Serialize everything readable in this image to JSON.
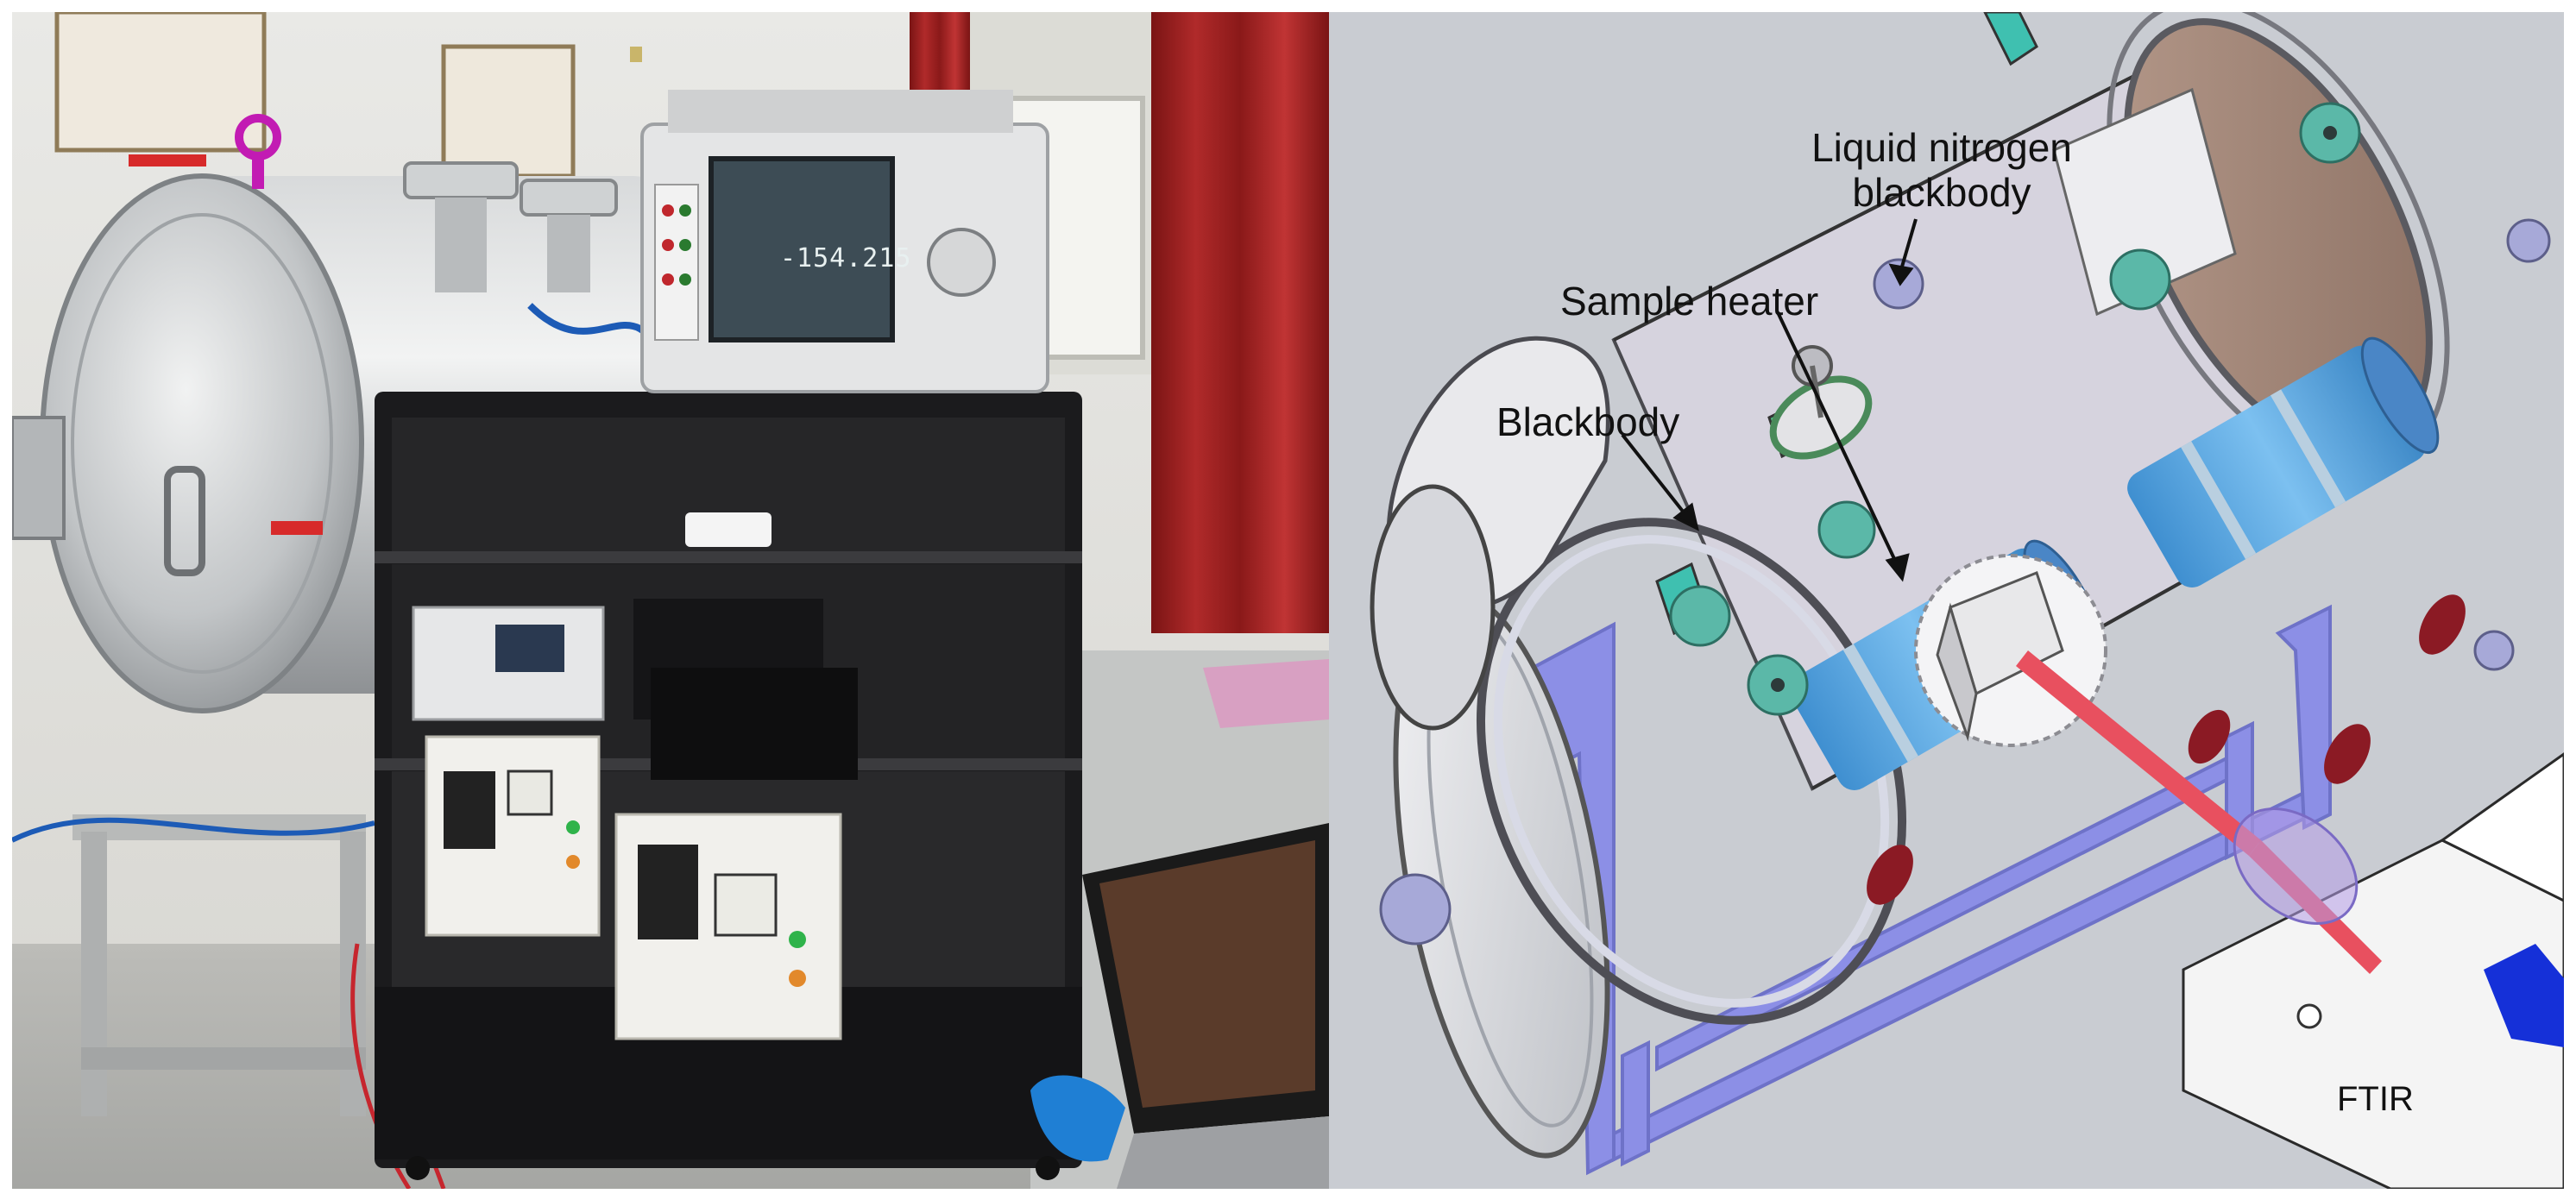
{
  "photo": {
    "meter_reading": "-154.215"
  },
  "schematic": {
    "labels": {
      "liquid_nitrogen_blackbody": "Liquid nitrogen blackbody",
      "sample_heater": "Sample heater",
      "blackbody": "Blackbody",
      "ftir": "FTIR"
    },
    "colors": {
      "background": "#c9ccd2",
      "blackbody_cylinder": "#5aa6e0",
      "frame": "#8c8fe6",
      "laser_beam": "#e8505f",
      "ftir_window": "#1530d8"
    }
  }
}
